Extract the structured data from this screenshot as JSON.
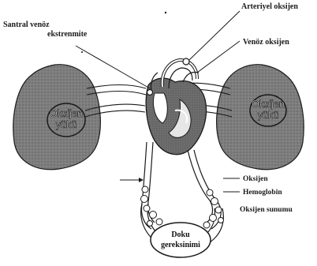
{
  "labels": {
    "arterial_oxygen": "Arteriyel oksijen",
    "central_venous_line1": "Santral venöz",
    "central_venous_line2": "ekstrenmite",
    "venous_oxygen": "Venöz oksijen",
    "oxygen_label": "Oksijen",
    "hemoglobin_label": "Hemoglobin",
    "oxygen_supply": "Oksijen sunumu"
  },
  "lungs": {
    "left_line1": "Oksijen",
    "left_line2": "yükü",
    "right_line1": "Oksijen",
    "right_line2": "yükü"
  },
  "tissue_box": {
    "line1": "Doku",
    "line2": "gereksinimi"
  },
  "colors": {
    "lung_fill": "#8c8c8c",
    "line": "#1a1a1a",
    "bubble_fill": "#ffffff"
  }
}
